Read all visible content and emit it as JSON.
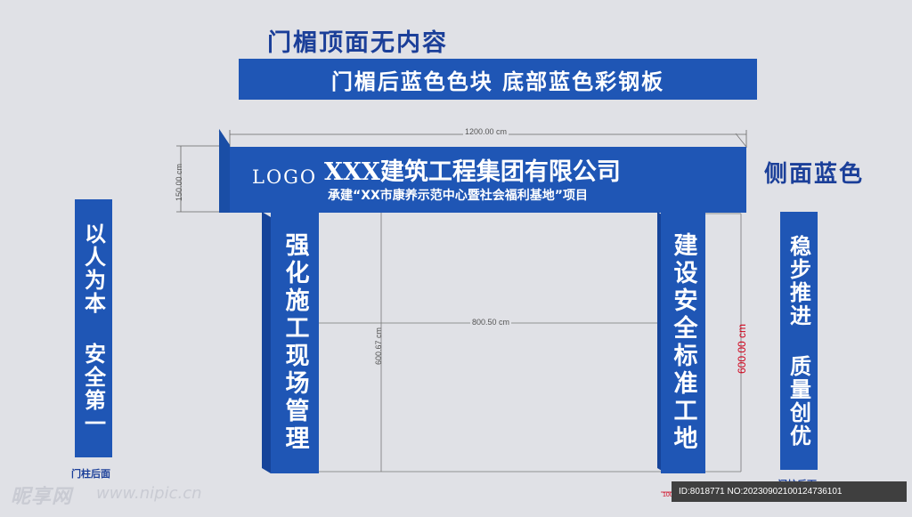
{
  "labels": {
    "top_face": "门楣顶面无内容",
    "back_block": "门楣后蓝色色块  底部蓝色彩钢板",
    "side_face": "侧面蓝色",
    "pillar_back_left": "门柱后面",
    "pillar_back_right": "门柱后面"
  },
  "beam": {
    "logo": "LOGO",
    "company": "XXX建筑工程集团有限公司",
    "project": "承建“XX市康养示范中心暨社会福利基地”项目"
  },
  "pillars": {
    "left_front": "强化施工现场管理",
    "right_front": "建设安全标准工地",
    "left_back": "以人为本 安全第一",
    "right_back": "稳步推进 质量创优"
  },
  "dimensions": {
    "beam_width": "1200.00 cm",
    "beam_height": "150.00 cm",
    "opening_width": "800.50 cm",
    "opening_height": "600.67 cm",
    "pillar_height": "600.00 cm",
    "pillar_width": "100.00 cm"
  },
  "watermark": {
    "brand": "昵享网",
    "url": "www.nipic.cn",
    "id_text": "ID:8018771 NO:20230902100124736101"
  },
  "colors": {
    "panel_blue": "#1f56b5",
    "panel_dark": "#16449a",
    "label_blue": "#1b3f99",
    "dim_red": "#d0021b"
  }
}
